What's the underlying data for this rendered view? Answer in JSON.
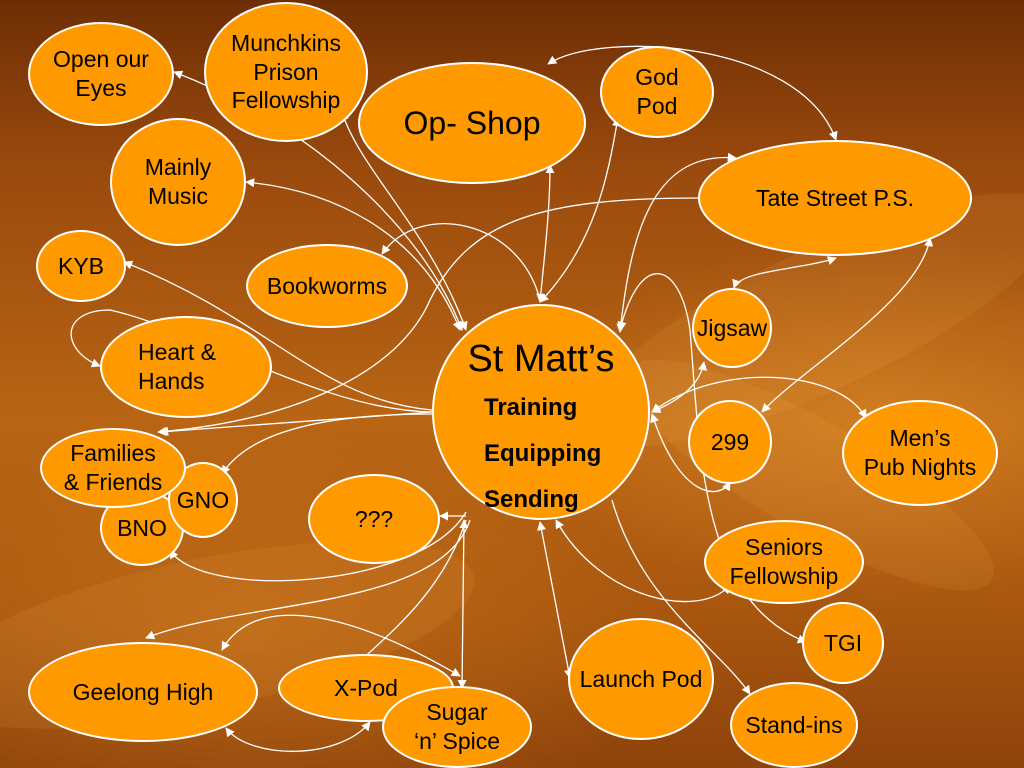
{
  "hub": {
    "title": "St Matt’s",
    "lines": [
      "Training",
      "Equipping",
      "Sending"
    ]
  },
  "nodes": {
    "open_our_eyes": "Open our\nEyes",
    "munchkins": "Munchkins\nPrison\nFellowship",
    "op_shop": "Op- Shop",
    "god_pod": "God\nPod",
    "mainly_music": "Mainly\nMusic",
    "tate_street": "Tate Street P.S.",
    "kyb": "KYB",
    "bookworms": "Bookworms",
    "heart_hands": "Heart &\nHands",
    "jigsaw": "Jigsaw",
    "families_friends": "Families\n& Friends",
    "gno": "GNO",
    "bno": "BNO",
    "unknown": "???",
    "n299": "299",
    "mens_pub": "Men’s\nPub Nights",
    "seniors": "Seniors\nFellowship",
    "tgi": "TGI",
    "geelong_high": "Geelong High",
    "x_pod": "X-Pod",
    "sugar_spice": "Sugar\n‘n’ Spice",
    "launch_pod": "Launch Pod",
    "stand_ins": "Stand-ins"
  },
  "colors": {
    "node_fill": "#ff9900",
    "node_border": "#ffffff",
    "arrow": "#ffffff",
    "text": "#000000"
  }
}
